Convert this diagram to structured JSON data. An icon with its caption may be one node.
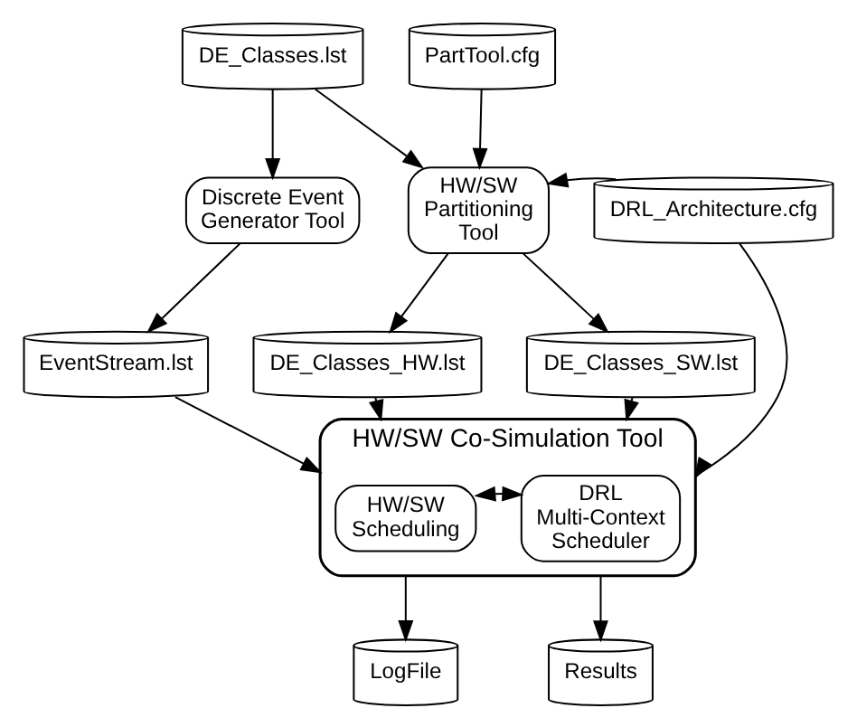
{
  "diagram": {
    "nodes": [
      {
        "text": [
          "DE_Classes.lst"
        ]
      },
      {
        "text": [
          "PartTool.cfg"
        ]
      },
      {
        "text": [
          "DRL_Architecture.cfg"
        ]
      },
      {
        "text": [
          "Discrete Event Generator Tool"
        ]
      },
      {
        "text": [
          "HW/SW Partitioning Tool"
        ]
      },
      {
        "text": [
          "EventStream.lst"
        ]
      },
      {
        "text": [
          "DE_Classes_HW.lst"
        ]
      },
      {
        "text": [
          "DE_Classes_SW.lst"
        ]
      },
      {
        "text": [
          "HW/SW Co-Simulation Tool"
        ]
      },
      {
        "text": [
          "HW/SW Scheduling"
        ],
        "in": 8
      },
      {
        "text": [
          "DRL Multi-Context Scheduler"
        ],
        "in": 8
      },
      {
        "text": [
          "LogFile"
        ]
      },
      {
        "text": [
          "Results"
        ]
      }
    ],
    "edges": [
      {
        "from": 0,
        "to": 3,
        "arrow": "to"
      },
      {
        "from": 0,
        "to": 4,
        "arrow": "to"
      },
      {
        "from": 1,
        "to": 4,
        "arrow": "to"
      },
      {
        "from": 2,
        "to": 4,
        "arrow": "to"
      },
      {
        "from": 2,
        "to": 8,
        "arrow": "to"
      },
      {
        "from": 3,
        "to": 5,
        "arrow": "to"
      },
      {
        "from": 4,
        "to": 6,
        "arrow": "to"
      },
      {
        "from": 4,
        "to": 7,
        "arrow": "to"
      },
      {
        "from": 5,
        "to": 8,
        "arrow": "to"
      },
      {
        "from": 6,
        "to": 8,
        "arrow": "to"
      },
      {
        "from": 7,
        "to": 8,
        "arrow": "to"
      },
      {
        "from": 9,
        "to": 10,
        "arrow": "both"
      },
      {
        "from": 8,
        "to": 11,
        "arrow": "to"
      },
      {
        "from": 8,
        "to": 12,
        "arrow": "to"
      }
    ]
  }
}
